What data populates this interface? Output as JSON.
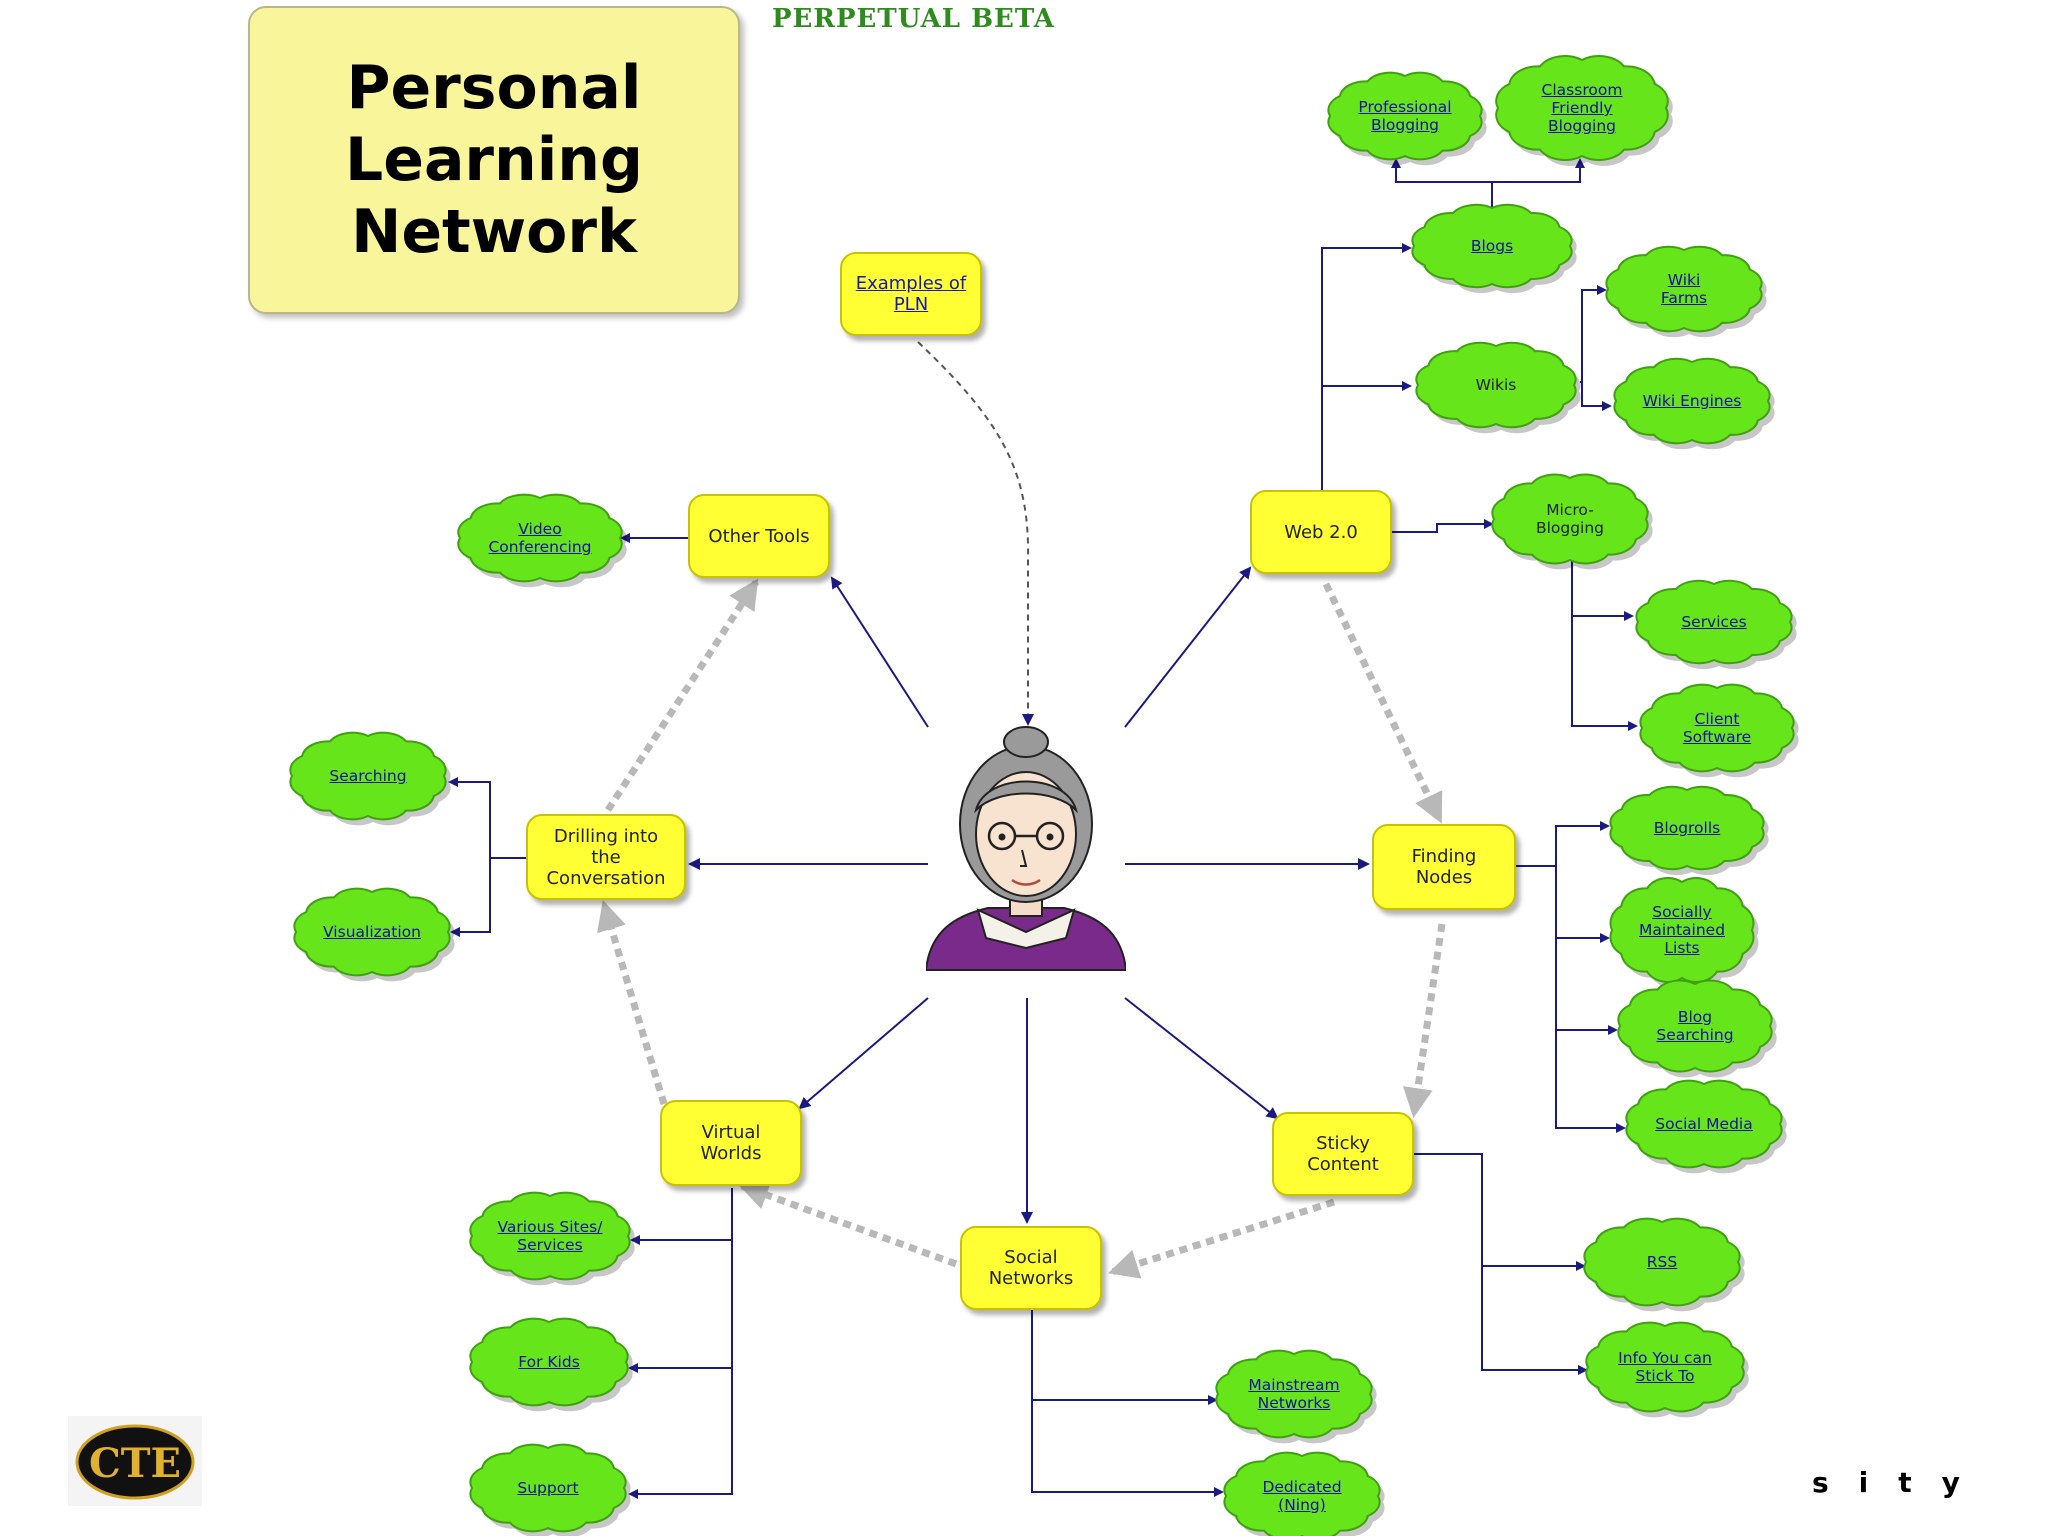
{
  "header": {
    "title_lines": [
      "Personal",
      "Learning",
      "Network"
    ],
    "tagline": "PERPETUAL BETA"
  },
  "center": {
    "icon": "teacher-woman-icon"
  },
  "examples_node": "Examples of\nPLN",
  "hubs": {
    "web2": "Web 2.0",
    "finding_nodes": "Finding\nNodes",
    "sticky_content": "Sticky\nContent",
    "social_networks": "Social\nNetworks",
    "virtual_worlds": "Virtual\nWorlds",
    "drilling": "Drilling into\nthe\nConversation",
    "other_tools": "Other Tools"
  },
  "clouds": {
    "professional_blogging": "Professional\nBlogging",
    "classroom_blogging": "Classroom\nFriendly\nBlogging",
    "blogs": "Blogs",
    "wiki_farms": "Wiki\nFarms",
    "wikis": "Wikis",
    "wiki_engines": "Wiki Engines",
    "micro_blogging": "Micro-\nBlogging",
    "services": "Services",
    "client_software": "Client\nSoftware",
    "blogrolls": "Blogrolls",
    "socially_maintained": "Socially\nMaintained\nLists",
    "blog_searching": "Blog\nSearching",
    "social_media": "Social Media",
    "rss": "RSS",
    "info_stick": "Info You can\nStick To",
    "mainstream": "Mainstream\nNetworks",
    "dedicated": "Dedicated\n(Ning)",
    "various_sites": "Various Sites/\nServices",
    "for_kids": "For Kids",
    "support": "Support",
    "searching": "Searching",
    "visualization": "Visualization",
    "video_conf": "Video\nConferencing"
  },
  "footer": {
    "letters": [
      "s",
      "i",
      "t",
      "y"
    ],
    "logo_text": "CTE"
  },
  "colors": {
    "node_fill": "#ffff33",
    "cloud_fill": "#66e61a",
    "arrow": "#1a1a80",
    "dashed_arrow": "#b8b8b8",
    "title_fill": "#f8f59a",
    "tagline": "#2e8b1e"
  }
}
